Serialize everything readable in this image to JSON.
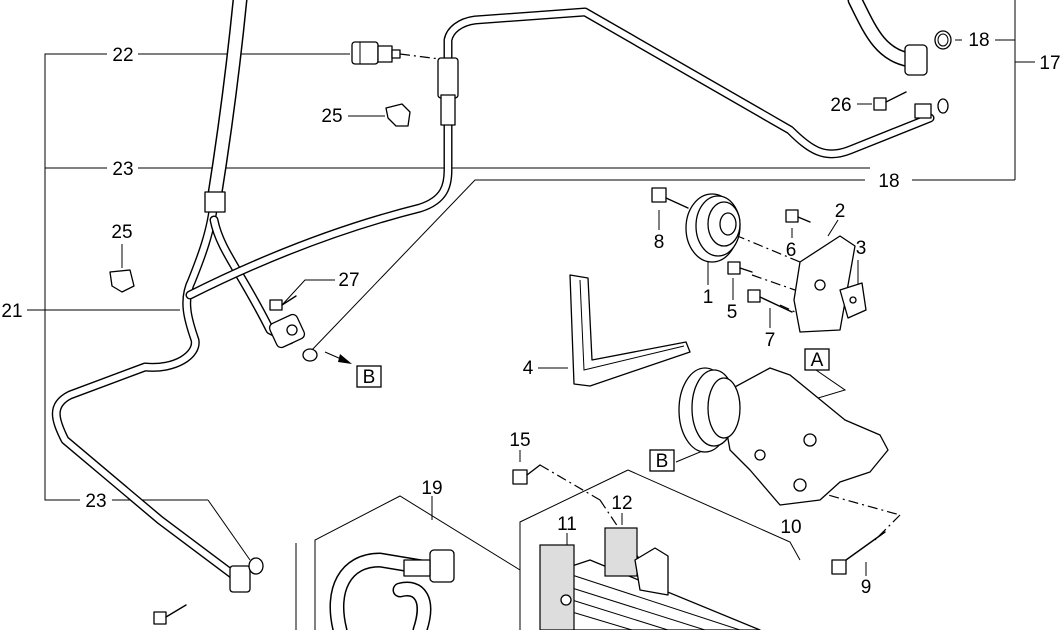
{
  "callouts": {
    "c1": "1",
    "c2": "2",
    "c3": "3",
    "c4": "4",
    "c5": "5",
    "c6": "6",
    "c7": "7",
    "c8": "8",
    "c9": "9",
    "c10": "10",
    "c11": "11",
    "c12": "12",
    "c15": "15",
    "c17": "17",
    "c18a": "18",
    "c18b": "18",
    "c19": "19",
    "c21": "21",
    "c22": "22",
    "c23a": "23",
    "c23b": "23",
    "c25a": "25",
    "c25b": "25",
    "c26": "26",
    "c27": "27"
  },
  "refs": {
    "a": "A",
    "b1": "B",
    "b2": "B"
  }
}
